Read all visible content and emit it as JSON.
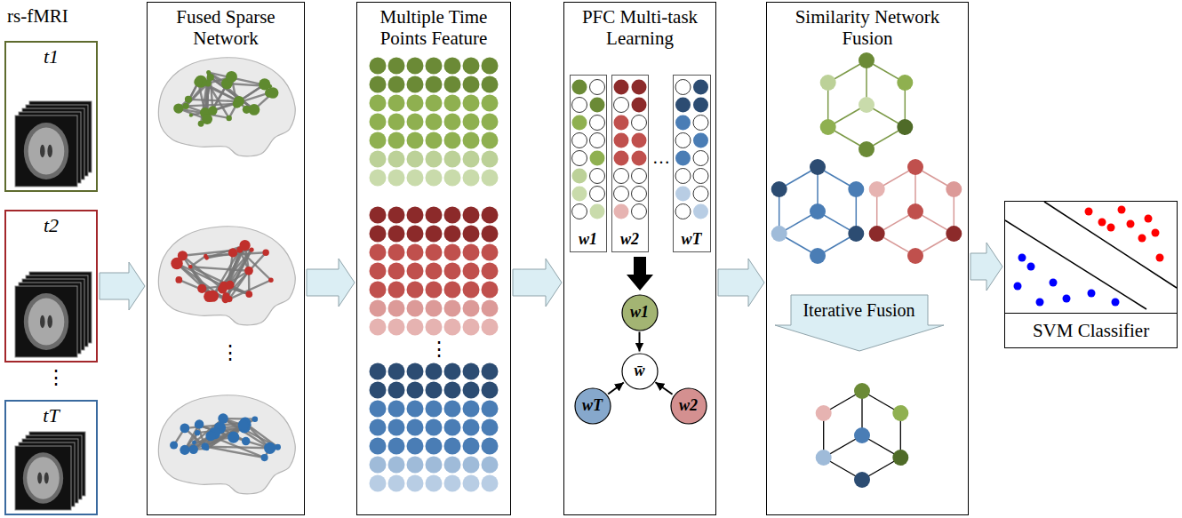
{
  "diagram": {
    "nodes": [
      {
        "text": [
          "t1"
        ]
      },
      {
        "text": [
          "t2"
        ]
      },
      {
        "text": [
          "tT"
        ]
      },
      {
        "text": [
          "Fused Sparse Network"
        ]
      },
      {
        "text": [
          "Multiple Time Points Feature"
        ]
      },
      {
        "text": [
          "PFC Multi-task Learning"
        ]
      },
      {
        "text": [
          "w1"
        ],
        "in": 5
      },
      {
        "text": [
          "w2"
        ],
        "in": 5
      },
      {
        "text": [
          "wT"
        ],
        "in": 5
      },
      {
        "text": [
          "w1"
        ],
        "in": 5
      },
      {
        "text": [
          "w̄"
        ],
        "in": 5
      },
      {
        "text": [
          "wT"
        ],
        "in": 5
      },
      {
        "text": [
          "w2"
        ],
        "in": 5
      },
      {
        "text": [
          "Similarity Network Fusion"
        ]
      },
      {
        "text": [
          "Iterative Fusion"
        ],
        "in": 13
      },
      {
        "text": [
          "SVM Classifier"
        ]
      }
    ],
    "edges": [
      {
        "from": 1,
        "to": 3,
        "arrow": "to"
      },
      {
        "from": 3,
        "to": 4,
        "arrow": "to"
      },
      {
        "from": 4,
        "to": 5,
        "arrow": "to"
      },
      {
        "from": 5,
        "to": 13,
        "arrow": "to"
      },
      {
        "from": 13,
        "to": 15,
        "arrow": "to"
      },
      {
        "from": 9,
        "to": 10,
        "arrow": "to"
      },
      {
        "from": 12,
        "to": 10,
        "arrow": "to"
      },
      {
        "from": 11,
        "to": 10,
        "arrow": "to"
      }
    ],
    "labels": [
      "rs-fMRI",
      "⋮",
      "⋮",
      "⋮",
      "…"
    ]
  }
}
